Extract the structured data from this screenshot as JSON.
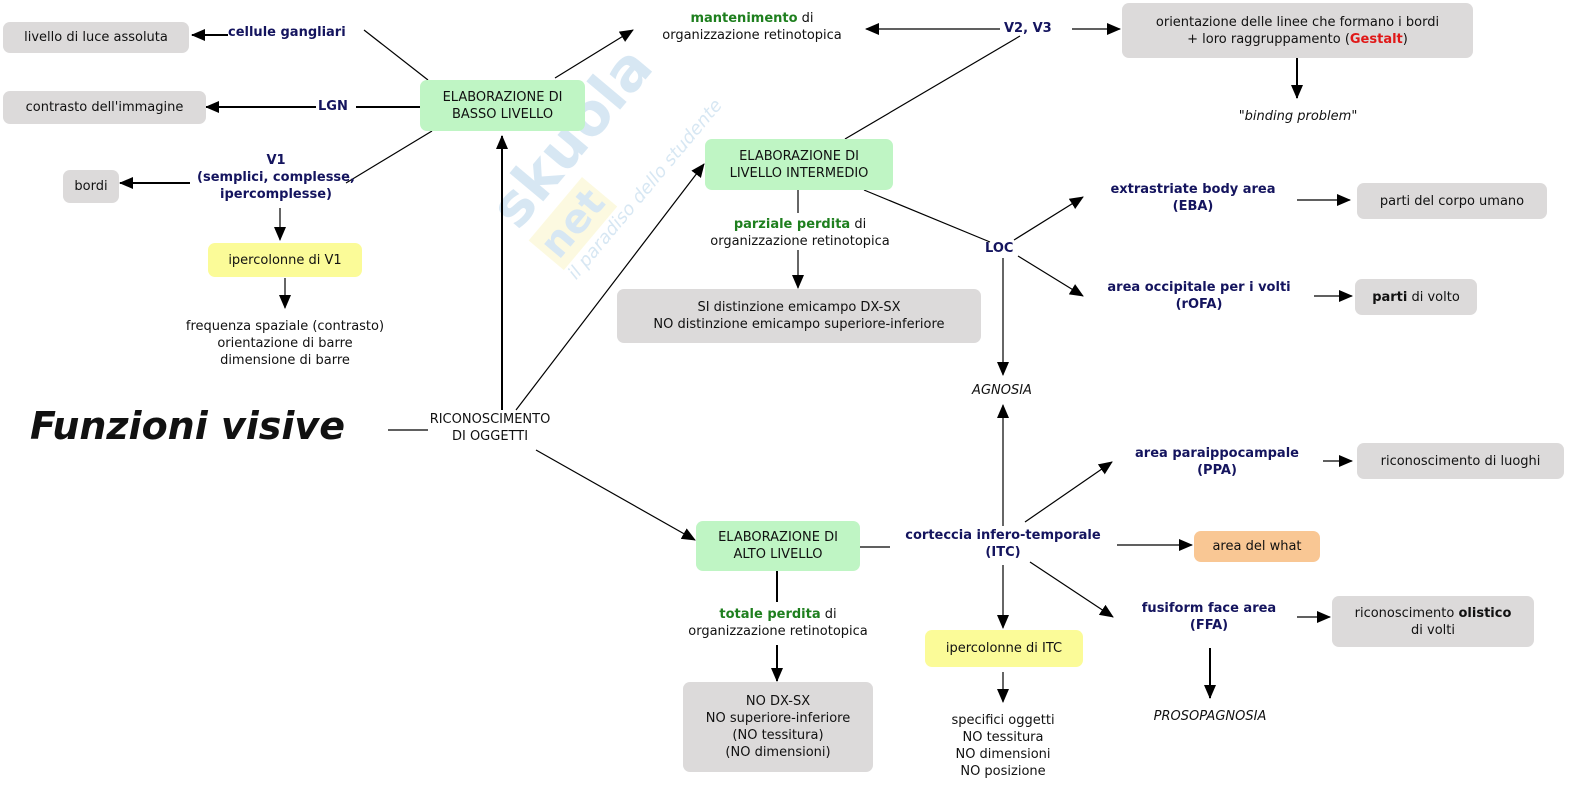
{
  "title": "Funzioni visive",
  "watermark": {
    "brand": "skuola",
    "tld": "net",
    "slogan": "il paradiso dello studente"
  },
  "nodes": {
    "riconoscimento": [
      "RICONOSCIMENTO",
      "DI OGGETTI"
    ],
    "basso": [
      "ELABORAZIONE DI",
      "BASSO LIVELLO"
    ],
    "intermedio": [
      "ELABORAZIONE DI",
      "LIVELLO INTERMEDIO"
    ],
    "alto": [
      "ELABORAZIONE DI",
      "ALTO LIVELLO"
    ],
    "cellule_gangliari": "cellule gangliari",
    "luce_assoluta": "livello di luce assoluta",
    "lgn": "LGN",
    "contrasto": "contrasto dell'immagine",
    "v1": [
      "V1",
      "(semplici, complesse,",
      "ipercomplesse)"
    ],
    "bordi": "bordi",
    "ipercolonne_v1": "ipercolonne di V1",
    "v1_features": [
      "frequenza spaziale (contrasto)",
      "orientazione di barre",
      "dimensione di barre"
    ],
    "mantenimento": {
      "bold": "mantenimento",
      "rest": " di",
      "line2": "organizzazione retinotopica"
    },
    "v2v3": "V2, V3",
    "orientazione": {
      "line1": "orientazione delle linee che formano i bordi",
      "line2_pre": "+ loro raggruppamento (",
      "line2_red": "Gestalt",
      "line2_post": ")"
    },
    "binding": "\"binding problem\"",
    "parziale": {
      "bold": "parziale perdita",
      "rest": " di",
      "line2": "organizzazione retinotopica"
    },
    "si_distinzione": [
      "SI distinzione emicampo DX-SX",
      "NO distinzione emicampo superiore-inferiore"
    ],
    "loc": "LOC",
    "eba": [
      "extrastriate body area",
      "(EBA)"
    ],
    "corpo": "parti del corpo umano",
    "rofa": [
      "area occipitale per i volti",
      "(rOFA)"
    ],
    "parti_volto": {
      "bold": "parti",
      "rest": " di volto"
    },
    "agnosia": "AGNOSIA",
    "itc": [
      "corteccia infero-temporale",
      "(ITC)"
    ],
    "ppa": [
      "area paraippocampale",
      "(PPA)"
    ],
    "luoghi": "riconoscimento di luoghi",
    "what": "area del what",
    "ffa": [
      "fusiform face area",
      "(FFA)"
    ],
    "olistico": {
      "pre": "riconoscimento ",
      "bold": "olistico",
      "line2": "di volti"
    },
    "prosopagnosia": "PROSOPAGNOSIA",
    "ipercolonne_itc": "ipercolonne di ITC",
    "itc_features": [
      "specifici oggetti",
      "NO tessitura",
      "NO dimensioni",
      "NO posizione"
    ],
    "totale": {
      "bold": "totale perdita",
      "rest": " di",
      "line2": "organizzazione retinotopica"
    },
    "no_dxsx": [
      "NO DX-SX",
      "NO superiore-inferiore",
      "(NO tessitura)",
      "(NO dimensioni)"
    ]
  },
  "colors": {
    "label_blue": "#14145e",
    "highlight_green": "#1e7f1e",
    "gestalt_red": "#e01818",
    "box_gray": "#dcdada",
    "box_green": "#bff5c4",
    "box_yellow": "#fbfb98",
    "box_orange": "#f9c794"
  }
}
